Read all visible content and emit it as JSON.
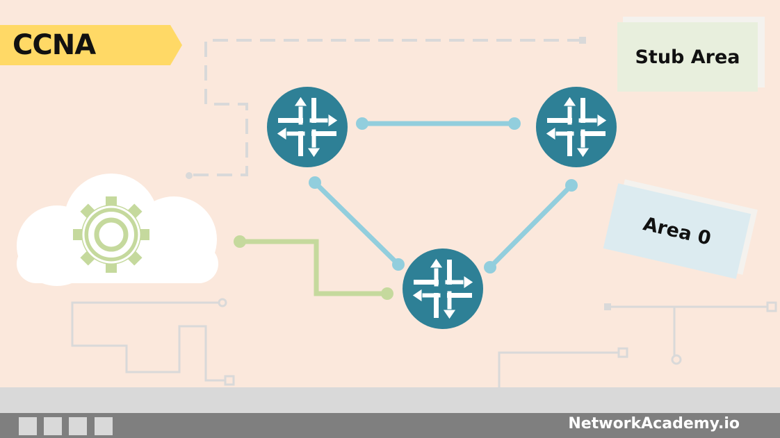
{
  "title_badge": {
    "label": "CCNA"
  },
  "stub_area": {
    "label": "Stub Area"
  },
  "area0": {
    "label": "Area 0"
  },
  "footer": {
    "brand": "NetworkAcademy.io"
  },
  "colors": {
    "background": "#fbe8dc",
    "router": "#2e8096",
    "link": "#92cedd",
    "green_link": "#c5d99d",
    "badge": "#ffd966",
    "footer": "#7f7f7f",
    "gray_band": "#d9d9d9"
  },
  "icons": [
    "router-icon",
    "cloud-icon",
    "gear-icon"
  ]
}
